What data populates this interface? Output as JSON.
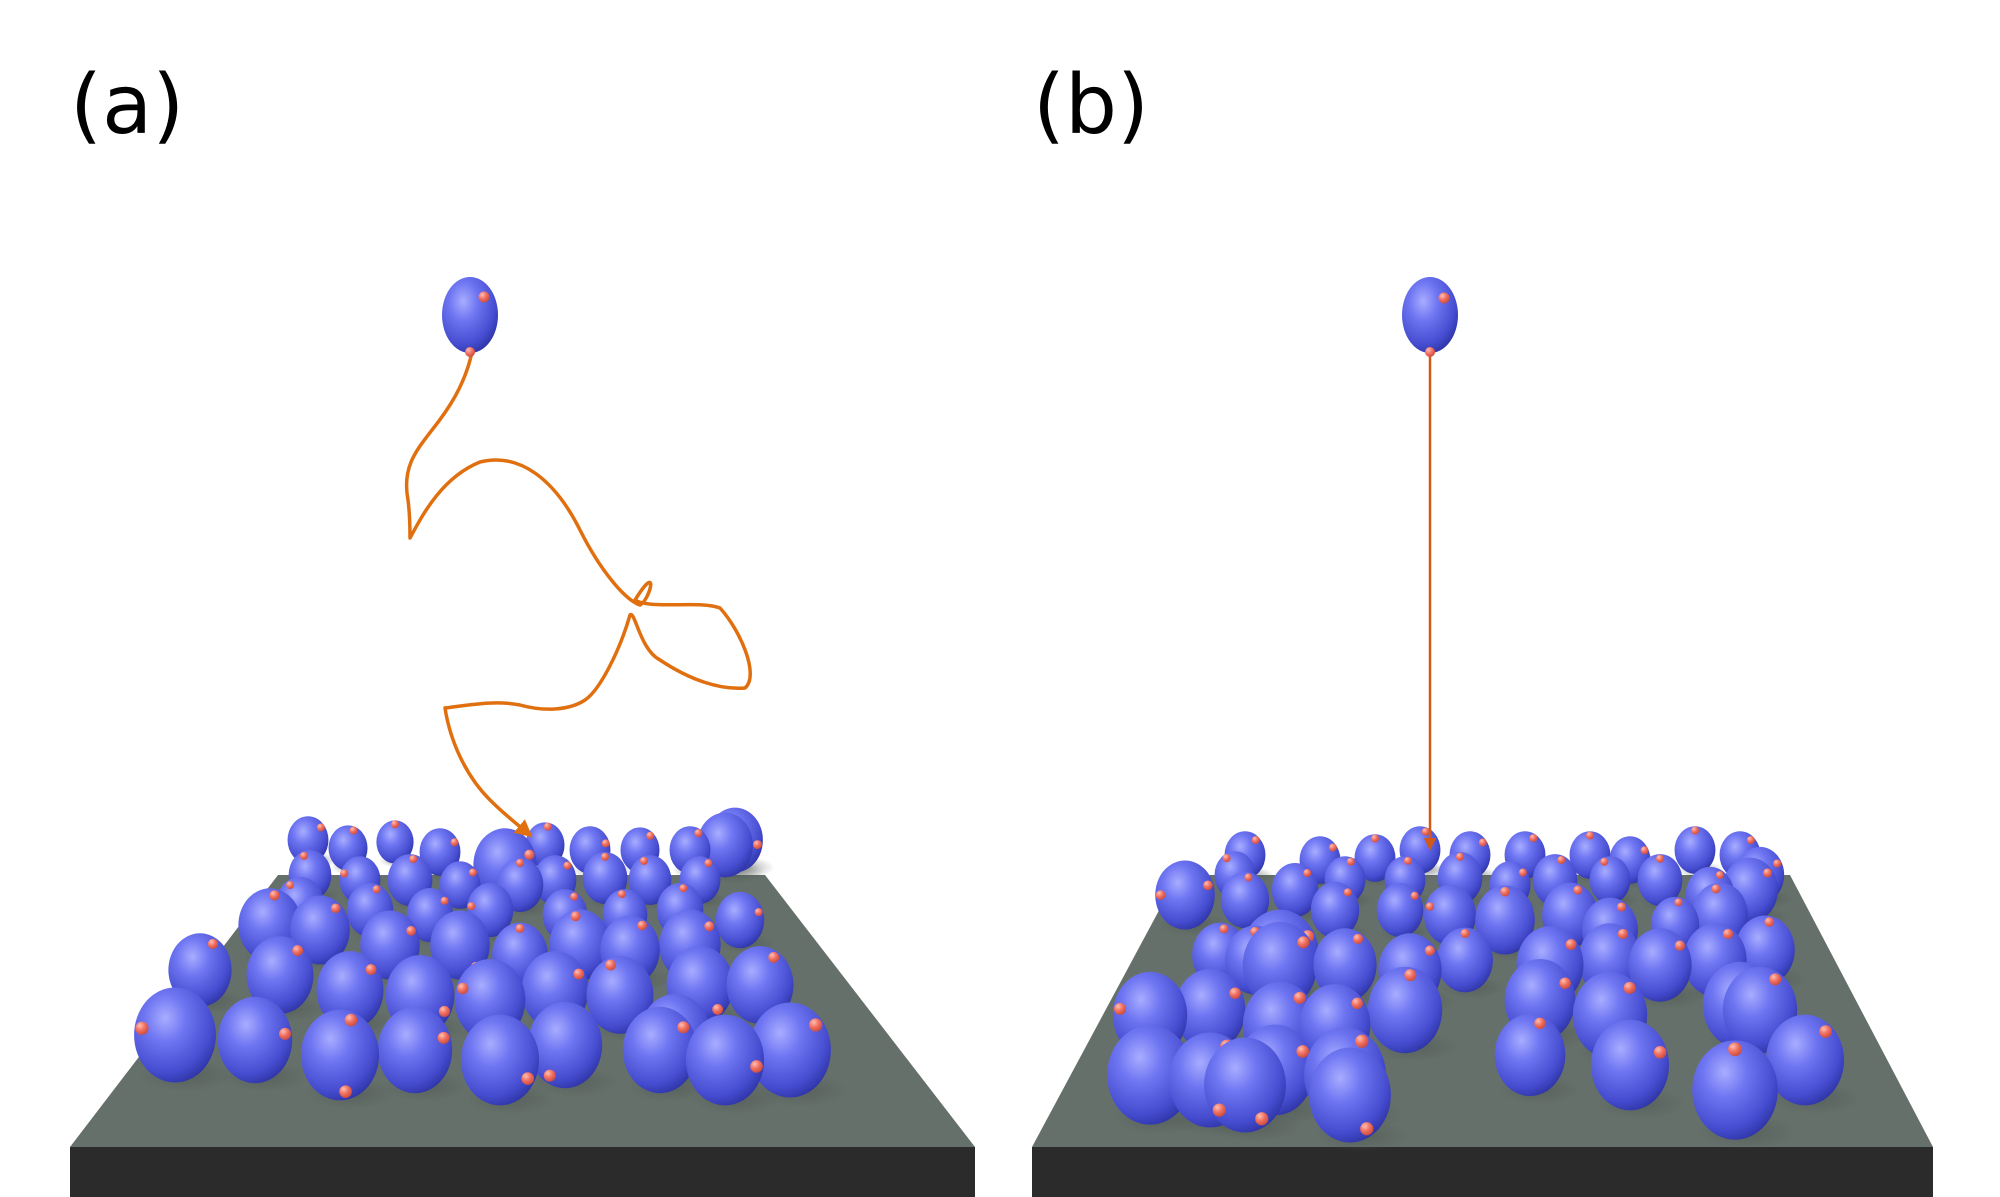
{
  "panels": [
    {
      "id": "a",
      "label": "(a)",
      "path_style": "random-walk",
      "colors": {
        "particle": "#5b63e8",
        "patch": "#f07060",
        "trajectory": "#e0700f",
        "substrate_top": "#66706a",
        "substrate_side": "#2b2b2b"
      }
    },
    {
      "id": "b",
      "label": "(b)",
      "path_style": "straight",
      "colors": {
        "particle": "#5b63e8",
        "patch": "#f07060",
        "trajectory": "#d25a18",
        "substrate_top": "#66706a",
        "substrate_side": "#2b2b2b"
      }
    }
  ]
}
